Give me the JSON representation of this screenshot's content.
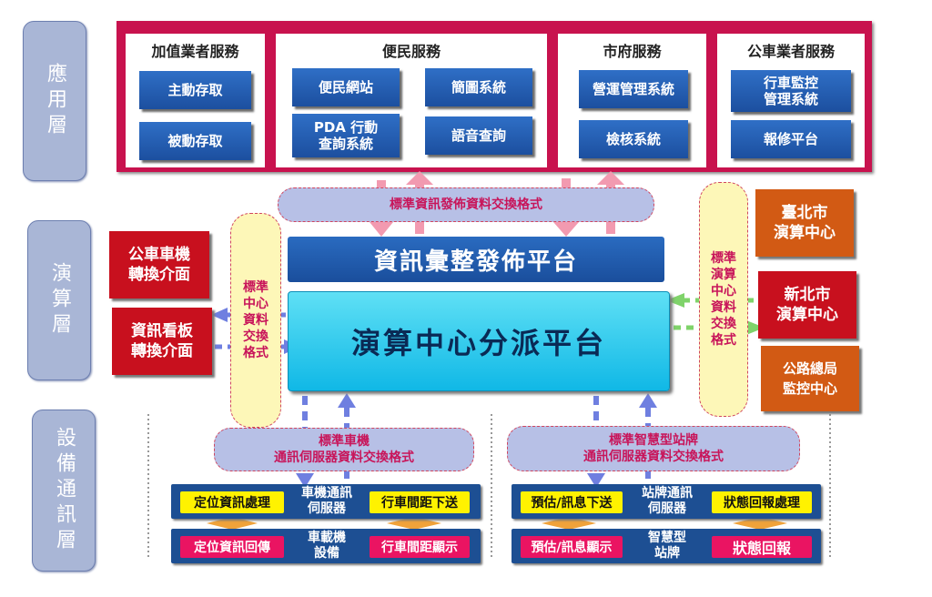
{
  "layers": {
    "app": "應用層",
    "compute": "演算層",
    "device": "設備通訊層"
  },
  "app_panels": {
    "value_added": {
      "title": "加值業者服務",
      "items": [
        "主動存取",
        "被動存取"
      ]
    },
    "citizen": {
      "title": "便民服務",
      "items": [
        "便民網站",
        "簡圖系統",
        "PDA 行動\n查詢系統",
        "語音查詢"
      ]
    },
    "city": {
      "title": "市府服務",
      "items": [
        "營運管理系統",
        "檢核系統"
      ]
    },
    "bus_operator": {
      "title": "公車業者服務",
      "items": [
        "行車監控\n管理系統",
        "報修平台"
      ]
    }
  },
  "formats": {
    "publish": "標準資訊發佈資料交換格式",
    "center_left": "標準\n中心\n資料\n交換\n格式",
    "center_right": "標準\n演算\n中心\n資料\n交換\n格式",
    "vehicle": "標準車機\n通訊伺服器資料交換格式",
    "stop": "標準智慧型站牌\n通訊伺服器資料交換格式"
  },
  "platforms": {
    "publish": "資訊彙整發佈平台",
    "dispatch": "演算中心分派平台"
  },
  "interfaces": {
    "vehicle": "公車車機\n轉換介面",
    "signboard": "資訊看板\n轉換介面"
  },
  "centers": {
    "taipei": "臺北市\n演算中心",
    "new_taipei": "新北市\n演算中心",
    "highway": "公路總局\n監控中心"
  },
  "vehicle_side": {
    "server": {
      "left": "定位資訊處理",
      "label": "車機通訊\n伺服器",
      "right": "行車間距下送"
    },
    "device": {
      "left": "定位資訊回傳",
      "label": "車載機\n設備",
      "right": "行車間距顯示"
    }
  },
  "stop_side": {
    "server": {
      "left": "預估/訊息下送",
      "label": "站牌通訊\n伺服器",
      "right": "狀態回報處理"
    },
    "device": {
      "left": "預估/訊息顯示",
      "label": "智慧型\n站牌",
      "right": "狀態回報"
    }
  },
  "colors": {
    "accent_magenta": "#c8124e",
    "blue": "#1d4f93",
    "cyan": "#10b8e6",
    "yellow": "#fff200",
    "pink": "#ea1462"
  }
}
